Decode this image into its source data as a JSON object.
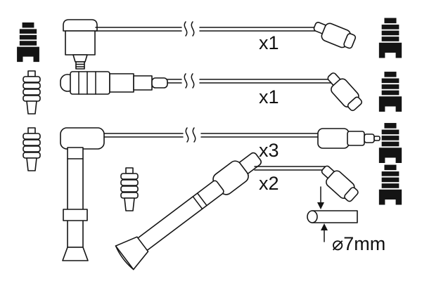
{
  "diagram": {
    "type": "ignition-cable-set-parts-diagram",
    "background": "#ffffff",
    "line_color": "#141414",
    "labels": {
      "qty1": "x1",
      "qty2": "x1",
      "qty3": "x3",
      "qty4": "x2",
      "diameter": "⌀7mm"
    },
    "icons": {
      "top_left": "black-boot-silhouette-icon",
      "left_column": [
        "ribbed-boot-outline-icon",
        "ribbed-boot-outline-icon"
      ],
      "extra_ribbed_boot": "ribbed-boot-outline-icon",
      "right_column": [
        "black-boot-silhouette-icon",
        "black-boot-silhouette-icon",
        "black-boot-silhouette-icon",
        "black-boot-silhouette-icon"
      ]
    },
    "rows": [
      {
        "cable": "coil-to-distributor-lead",
        "quantity": "x1"
      },
      {
        "cable": "straight-boot-lead",
        "quantity": "x1"
      },
      {
        "cable": "elbow-long-shaft-lead",
        "quantity": "x3"
      },
      {
        "cable": "angled-boot-lead",
        "quantity": "x2"
      }
    ]
  }
}
